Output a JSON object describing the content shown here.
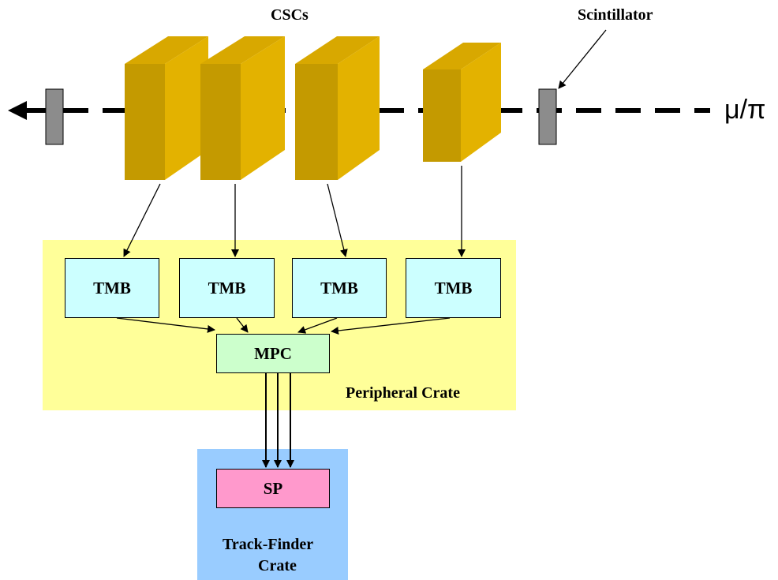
{
  "labels": {
    "cscs": "CSCs",
    "scintillator": "Scintillator",
    "particle": "μ/π",
    "peripheral_crate": "Peripheral Crate",
    "track_finder_line1": "Track-Finder",
    "track_finder_line2": "Crate"
  },
  "boxes": {
    "tmb": [
      "TMB",
      "TMB",
      "TMB",
      "TMB"
    ],
    "mpc": "MPC",
    "sp": "SP"
  },
  "colors": {
    "csc_front": "#E3B200",
    "csc_side": "#C49A00",
    "csc_top": "#D8A800",
    "scintillator": "#8C8C8C",
    "peripheral_crate": "#FFFF99",
    "track_finder_crate": "#99CCFF",
    "tmb": "#CCFFFF",
    "mpc": "#CCFFCC",
    "sp": "#FF99CC"
  }
}
